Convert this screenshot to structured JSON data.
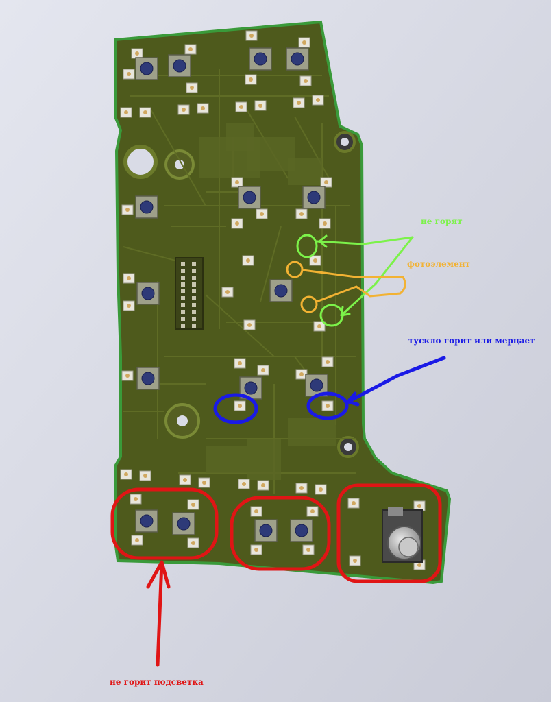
{
  "annotations": {
    "not_lit": {
      "text": "не горят",
      "color": "#7cf24a"
    },
    "photo_element": {
      "text": "фотоэлемент",
      "color": "#f2b233"
    },
    "dim_or_flicker": {
      "text": "тускло горит или мерцает",
      "color": "#1a1ae6"
    },
    "no_backlight": {
      "text": "не горит подсветка",
      "color": "#e01515"
    }
  },
  "colors": {
    "background": "#d9dbe6",
    "pcb": "#4e5a1c",
    "pcb_edge": "#3a9a3a",
    "trace": "#5f6c25",
    "led": "#e8e6dc",
    "button": "#2e3a78",
    "switch_body": "#b8b8b8"
  },
  "icons": {
    "board": "pcb-board-icon",
    "led": "smd-led-icon",
    "button": "tact-switch-icon",
    "encoder": "rotary-encoder-icon",
    "connector": "pin-header-icon"
  }
}
